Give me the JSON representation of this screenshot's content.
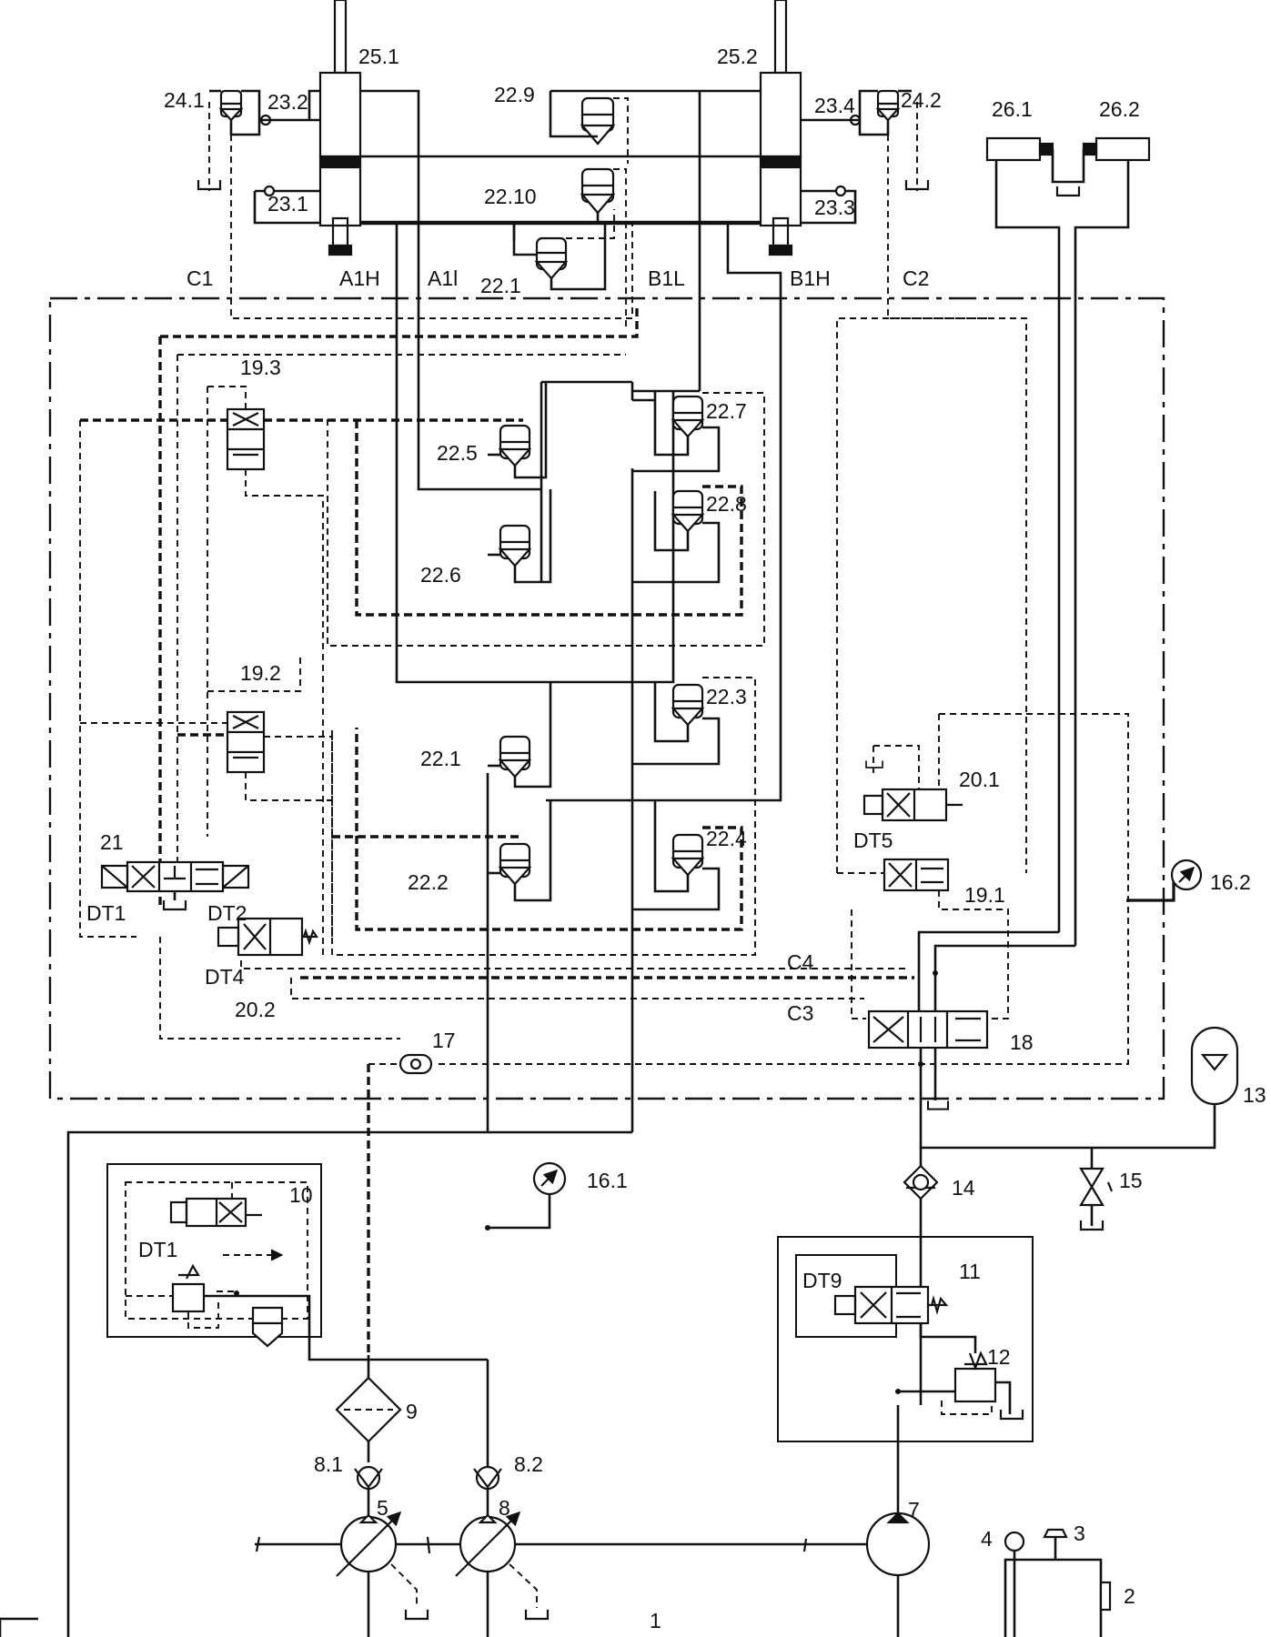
{
  "labels": {
    "cyl_25_1": "25.1",
    "cyl_25_2": "25.2",
    "v24_1": "24.1",
    "v23_2": "23.2",
    "v23_1": "23.1",
    "v22_9": "22.9",
    "v22_10": "22.10",
    "v22_11": "22.1",
    "v23_4": "23.4",
    "v24_2": "24.2",
    "v23_3": "23.3",
    "v26_1": "26.1",
    "v26_2": "26.2",
    "port_c1": "C1",
    "port_a1h": "A1H",
    "port_a1l": "A1l",
    "port_b1l": "B1L",
    "port_b1h": "B1H",
    "port_c2": "C2",
    "v19_3": "19.3",
    "v22_5": "22.5",
    "v22_7": "22.7",
    "v22_8": "22.8",
    "v22_6": "22.6",
    "v19_2": "19.2",
    "v22_3": "22.3",
    "v22_1": "22.1",
    "v22_2": "22.2",
    "v22_4": "22.4",
    "v20_1": "20.1",
    "dt5": "DT5",
    "v19_1": "19.1",
    "v16_2": "16.2",
    "v21": "21",
    "dt1_top": "DT1",
    "dt2": "DT2",
    "dt4": "DT4",
    "v20_2": "20.2",
    "port_c4": "C4",
    "port_c3": "C3",
    "v17": "17",
    "v18": "18",
    "v13": "13",
    "v14": "14",
    "v15": "15",
    "v10": "10",
    "dt1_bottom": "DT1",
    "v16_1": "16.1",
    "v11": "11",
    "dt9": "DT9",
    "v12": "12",
    "v9": "9",
    "v8_1": "8.1",
    "v8_2": "8.2",
    "v5": "5",
    "v8": "8",
    "v7": "7",
    "v4": "4",
    "v3": "3",
    "v2": "2",
    "tank_1": "1"
  }
}
